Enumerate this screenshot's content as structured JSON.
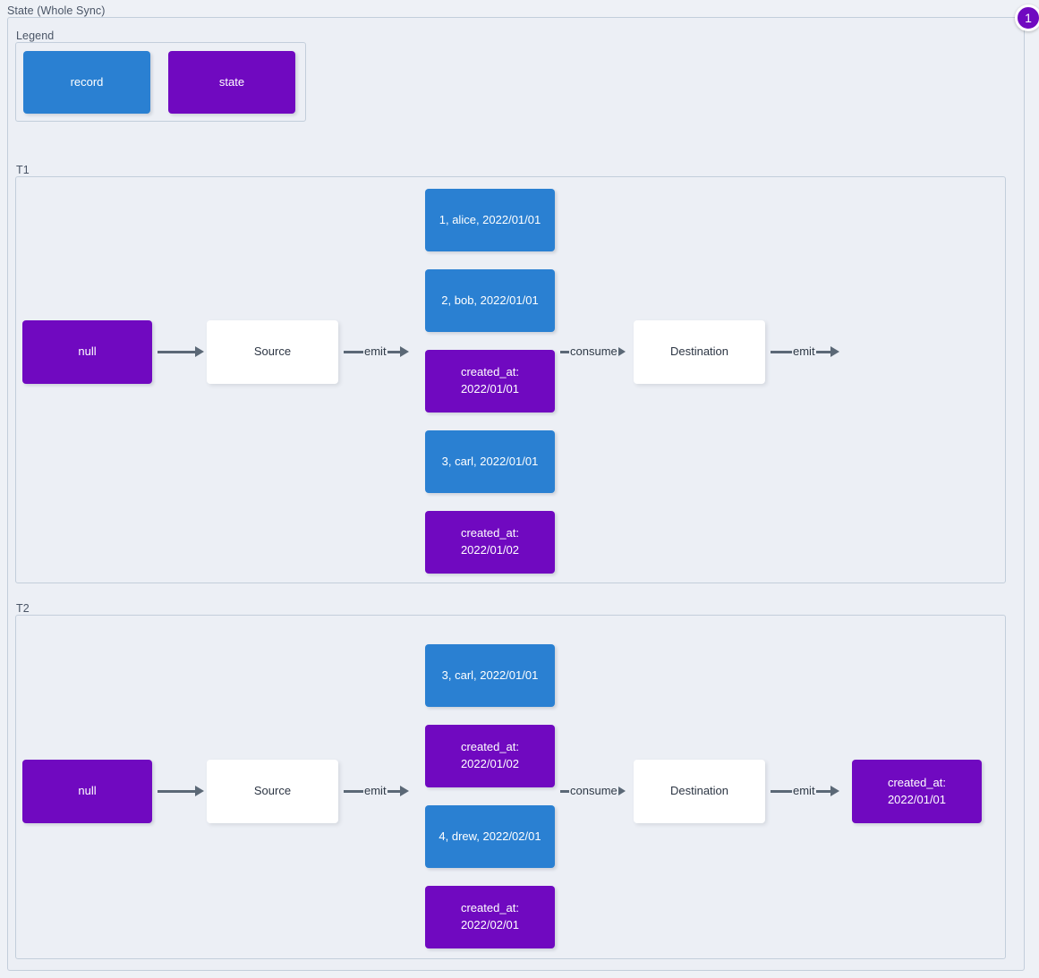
{
  "diagram": {
    "title": "State (Whole Sync)",
    "badge": "1",
    "colors": {
      "record": "#2a80d2",
      "state": "#7009c0",
      "edge": "#5b6876",
      "background": "#eef1f6",
      "panel": "#eceff5",
      "border": "#c3cedb"
    }
  },
  "legend": {
    "title": "Legend",
    "items": [
      {
        "label": "record",
        "kind": "record"
      },
      {
        "label": "state",
        "kind": "state"
      }
    ]
  },
  "sections": [
    {
      "title": "T1",
      "nodes": {
        "initial_state": "null",
        "source": "Source",
        "destination": "Destination",
        "final_state": ""
      },
      "edges": {
        "state_to_source": "",
        "source_emit": "emit",
        "destination_consume": "consume",
        "destination_emit": "emit"
      },
      "stream": [
        {
          "kind": "record",
          "label": "1, alice, 2022/01/01"
        },
        {
          "kind": "record",
          "label": "2, bob, 2022/01/01"
        },
        {
          "kind": "state",
          "label": "created_at:\n2022/01/01"
        },
        {
          "kind": "record",
          "label": "3, carl, 2022/01/01"
        },
        {
          "kind": "state",
          "label": "created_at:\n2022/01/02"
        }
      ]
    },
    {
      "title": "T2",
      "nodes": {
        "initial_state": "null",
        "source": "Source",
        "destination": "Destination",
        "final_state": "created_at:\n2022/01/01"
      },
      "edges": {
        "state_to_source": "",
        "source_emit": "emit",
        "destination_consume": "consume",
        "destination_emit": "emit"
      },
      "stream": [
        {
          "kind": "record",
          "label": "3, carl, 2022/01/01"
        },
        {
          "kind": "state",
          "label": "created_at:\n2022/01/02"
        },
        {
          "kind": "record",
          "label": "4, drew, 2022/02/01"
        },
        {
          "kind": "state",
          "label": "created_at:\n2022/02/01"
        }
      ]
    }
  ]
}
